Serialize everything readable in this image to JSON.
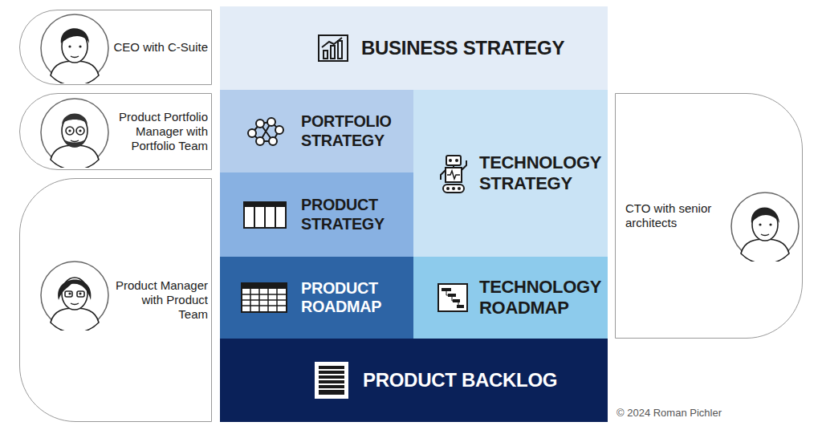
{
  "diagram": {
    "nodes": [
      {
        "text": [
          "CEO with C-Suite"
        ]
      },
      {
        "text": [
          "Product Portfolio Manager with Portfolio Team"
        ]
      },
      {
        "text": [
          "Product Manager with Product Team"
        ]
      },
      {
        "text": [
          "BUSINESS STRATEGY"
        ]
      },
      {
        "text": [
          "PORTFOLIO STRATEGY"
        ]
      },
      {
        "text": [
          "TECHNOLOGY STRATEGY"
        ]
      },
      {
        "text": [
          "PRODUCT STRATEGY"
        ]
      },
      {
        "text": [
          "PRODUCT ROADMAP"
        ]
      },
      {
        "text": [
          "TECHNOLOGY ROADMAP"
        ]
      },
      {
        "text": [
          "PRODUCT BACKLOG"
        ]
      },
      {
        "text": [
          "CTO with senior architects"
        ]
      }
    ],
    "labels": [
      "© 2024 Roman Pichler"
    ]
  }
}
